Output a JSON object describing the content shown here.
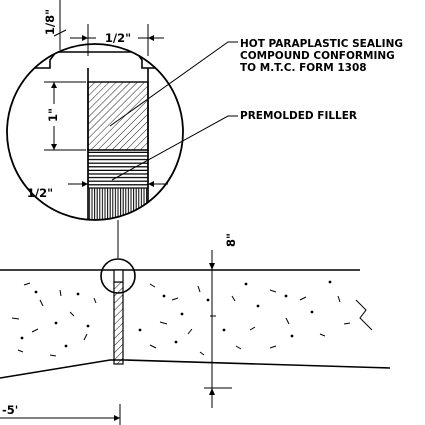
{
  "annotations": {
    "sealant_line1": "HOT PARAPLASTIC SEALING",
    "sealant_line2": "COMPOUND CONFORMING",
    "sealant_line3": "TO M.T.C. FORM 1308",
    "filler": "PREMOLDED FILLER"
  },
  "dimensions": {
    "recess_depth": "1/8\"",
    "joint_width_top": "1/2\"",
    "sealant_depth": "1\"",
    "joint_width_bottom": "1/2\"",
    "slab_thickness": "8\"",
    "horizontal": "-5'"
  },
  "colors": {
    "ink": "#000000",
    "background": "#ffffff"
  }
}
